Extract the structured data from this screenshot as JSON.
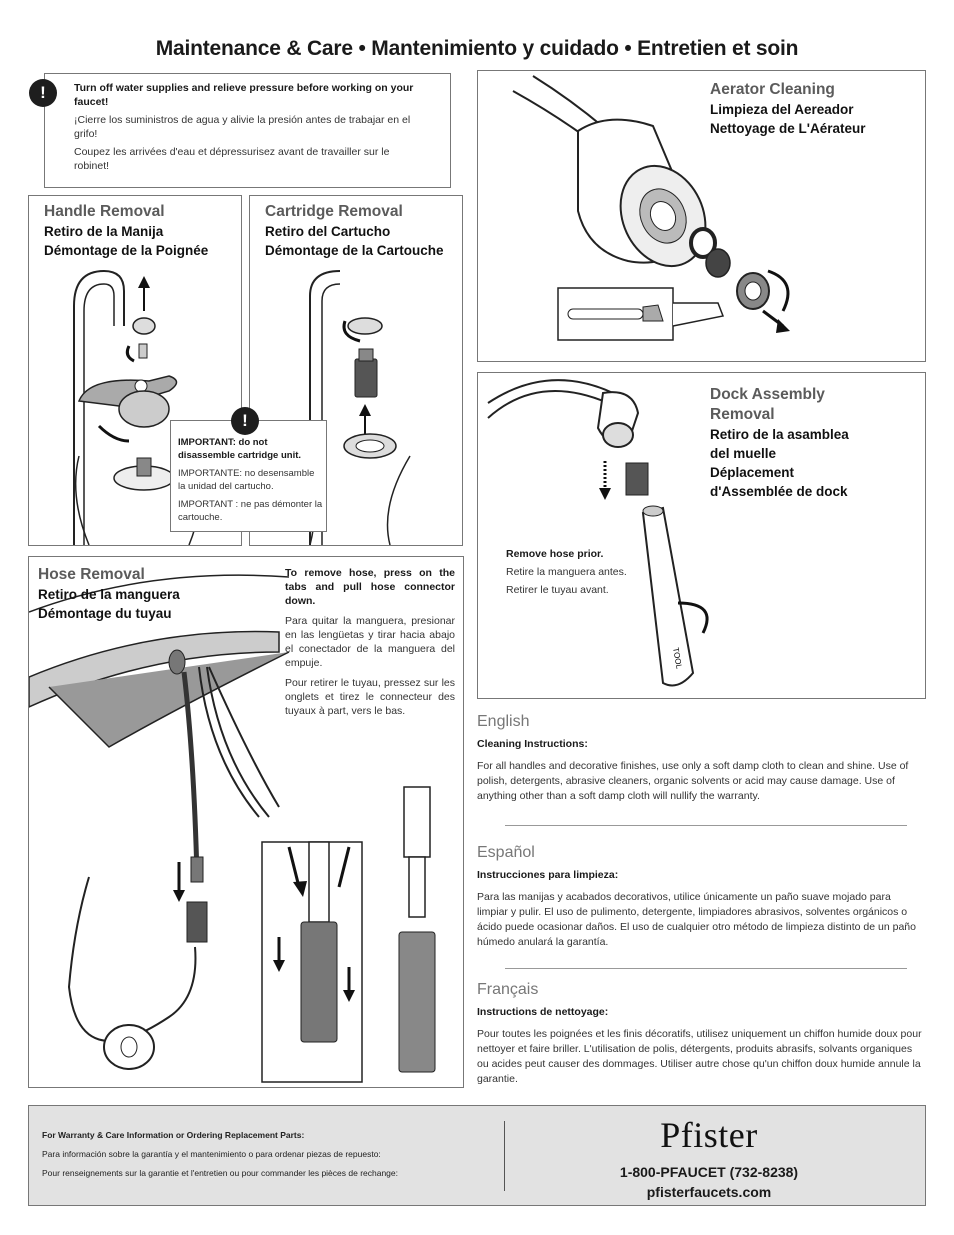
{
  "title": "Maintenance & Care • Mantenimiento y cuidado • Entretien et soin",
  "warning": {
    "icon": "!",
    "en": "Turn off water supplies and relieve pressure before working on your faucet!",
    "es": "¡Cierre los suministros de agua y alivie la presión antes de trabajar en el grifo!",
    "fr": "Coupez les arrivées d'eau et dépressurisez avant de travailler sur le robinet!"
  },
  "handle_removal": {
    "title": "Handle Removal",
    "es": "Retiro de la Manija",
    "fr": "Démontage de la Poignée"
  },
  "cartridge_removal": {
    "title": "Cartridge Removal",
    "es": "Retiro del Cartucho",
    "fr": "Démontage de la Cartouche",
    "important_icon": "!",
    "important_en": "IMPORTANT: do not disassemble cartridge unit.",
    "important_es": "IMPORTANTE: no desensamble la unidad del cartucho.",
    "important_fr": "IMPORTANT : ne pas démonter la cartouche."
  },
  "aerator_cleaning": {
    "title": "Aerator Cleaning",
    "es": "Limpieza del Aereador",
    "fr": "Nettoyage de L'Aérateur"
  },
  "dock_assembly": {
    "title_line1": "Dock Assembly",
    "title_line2": "Removal",
    "es_line1": "Retiro de la asamblea",
    "es_line2": "del muelle",
    "fr_line1": "Déplacement",
    "fr_line2": "d'Assemblée de dock",
    "note_en": "Remove hose prior.",
    "note_es": "Retire la manguera antes.",
    "note_fr": "Retirer le tuyau avant.",
    "tool_label": "TOOL"
  },
  "hose_removal": {
    "title": "Hose Removal",
    "es": "Retiro de la manguera",
    "fr": "Démontage du tuyau",
    "instr_en": "To remove hose, press on the tabs and pull hose connector down.",
    "instr_es": "Para quitar la manguera, presionar en las lengüetas y tirar hacia abajo el conectador de la manguera del empuje.",
    "instr_fr": "Pour retirer le tuyau, pressez sur les onglets et tirez le connecteur des tuyaux à part, vers le bas."
  },
  "english": {
    "title": "English",
    "subtitle": "Cleaning Instructions:",
    "body": "For all handles and decorative finishes, use only a soft damp cloth to clean and shine. Use of polish, detergents, abrasive cleaners, organic solvents or acid may cause damage. Use of anything other than a soft damp cloth will nullify the warranty."
  },
  "espanol": {
    "title": "Español",
    "subtitle": "Instrucciones para limpieza:",
    "body": "Para las manijas y acabados decorativos, utilice únicamente un paño suave mojado para limpiar y pulir. El uso de pulimento, detergente, limpiadores abrasivos, solventes orgánicos o ácido puede ocasionar daños. El uso de cualquier otro método de limpieza distinto de un paño húmedo anulará la garantía."
  },
  "francais": {
    "title": "Français",
    "subtitle": "Instructions de nettoyage:",
    "body": "Pour toutes les poignées et les finis décoratifs, utilisez uniquement un chiffon humide doux pour nettoyer et faire briller. L'utilisation de polis, détergents, produits abrasifs, solvants organiques ou acides peut causer des dommages. Utiliser autre chose qu'un chiffon doux humide annule la garantie."
  },
  "footer": {
    "line_en": "For Warranty & Care Information or Ordering Replacement Parts:",
    "line_es": "Para información sobre la garantía y el mantenimiento o para ordenar piezas de repuesto:",
    "line_fr": "Pour renseignements sur la garantie et l'entretien ou pour commander les pièces de rechange:",
    "brand": "Pfister",
    "phone": "1-800-PFAUCET (732-8238)",
    "website": "pfisterfaucets.com"
  },
  "colors": {
    "border": "#777777",
    "footer_bg": "#e2e2e2",
    "title_gray": "#5b5b5b"
  }
}
